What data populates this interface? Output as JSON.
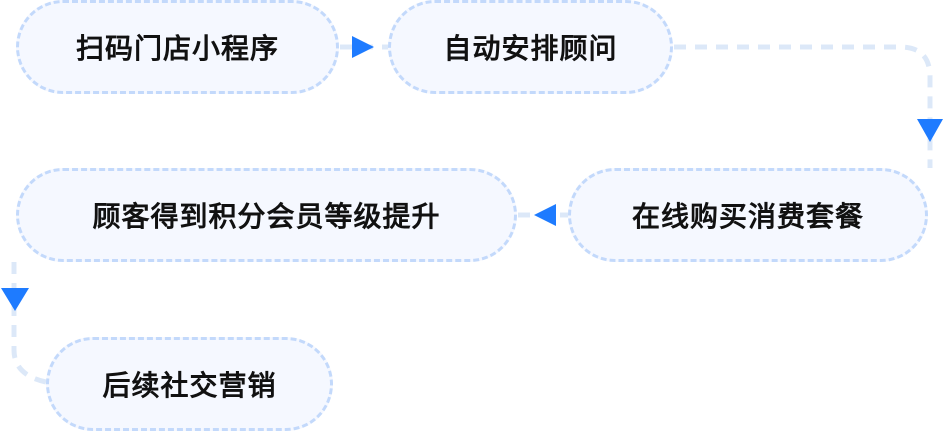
{
  "steps": [
    {
      "label": "扫码门店小程序"
    },
    {
      "label": "自动安排顾问"
    },
    {
      "label": "在线购买消费套餐"
    },
    {
      "label": "顾客得到积分会员等级提升"
    },
    {
      "label": "后续社交营销"
    }
  ],
  "colors": {
    "arrow": "#1e7bff",
    "connector": "#dce8f8",
    "border": "#c3d9fb",
    "fill": "#f5f8ff"
  }
}
